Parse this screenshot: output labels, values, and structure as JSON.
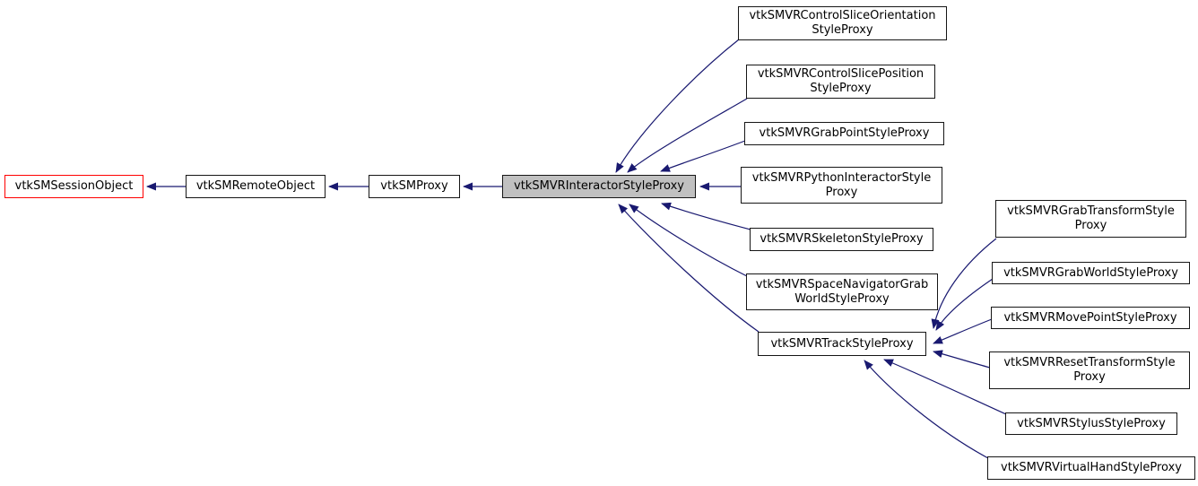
{
  "diagram": {
    "kind": "inheritance-graph",
    "colors": {
      "background": "#ffffff",
      "edge": "#191970",
      "node_border": "#161616",
      "current_node_fill": "#c0c0c0",
      "unlinked_node_border": "#ff0000"
    },
    "nodes": [
      {
        "label": "vtkSMSessionObject"
      },
      {
        "label": "vtkSMRemoteObject"
      },
      {
        "label": "vtkSMProxy"
      },
      {
        "label": "vtkSMVRInteractorStyleProxy"
      },
      {
        "label": "vtkSMVRControlSliceOrientation\nStyleProxy"
      },
      {
        "label": "vtkSMVRControlSlicePosition\nStyleProxy"
      },
      {
        "label": "vtkSMVRGrabPointStyleProxy"
      },
      {
        "label": "vtkSMVRPythonInteractorStyle\nProxy"
      },
      {
        "label": "vtkSMVRSkeletonStyleProxy"
      },
      {
        "label": "vtkSMVRSpaceNavigatorGrab\nWorldStyleProxy"
      },
      {
        "label": "vtkSMVRTrackStyleProxy"
      },
      {
        "label": "vtkSMVRGrabTransformStyle\nProxy"
      },
      {
        "label": "vtkSMVRGrabWorldStyleProxy"
      },
      {
        "label": "vtkSMVRMovePointStyleProxy"
      },
      {
        "label": "vtkSMVRResetTransformStyle\nProxy"
      },
      {
        "label": "vtkSMVRStylusStyleProxy"
      },
      {
        "label": "vtkSMVRVirtualHandStyleProxy"
      }
    ],
    "edges": [
      {
        "from": "vtkSMRemoteObject",
        "to": "vtkSMSessionObject"
      },
      {
        "from": "vtkSMProxy",
        "to": "vtkSMRemoteObject"
      },
      {
        "from": "vtkSMVRInteractorStyleProxy",
        "to": "vtkSMProxy"
      },
      {
        "from": "vtkSMVRControlSliceOrientationStyleProxy",
        "to": "vtkSMVRInteractorStyleProxy"
      },
      {
        "from": "vtkSMVRControlSlicePositionStyleProxy",
        "to": "vtkSMVRInteractorStyleProxy"
      },
      {
        "from": "vtkSMVRGrabPointStyleProxy",
        "to": "vtkSMVRInteractorStyleProxy"
      },
      {
        "from": "vtkSMVRPythonInteractorStyleProxy",
        "to": "vtkSMVRInteractorStyleProxy"
      },
      {
        "from": "vtkSMVRSkeletonStyleProxy",
        "to": "vtkSMVRInteractorStyleProxy"
      },
      {
        "from": "vtkSMVRSpaceNavigatorGrabWorldStyleProxy",
        "to": "vtkSMVRInteractorStyleProxy"
      },
      {
        "from": "vtkSMVRTrackStyleProxy",
        "to": "vtkSMVRInteractorStyleProxy"
      },
      {
        "from": "vtkSMVRGrabTransformStyleProxy",
        "to": "vtkSMVRTrackStyleProxy"
      },
      {
        "from": "vtkSMVRGrabWorldStyleProxy",
        "to": "vtkSMVRTrackStyleProxy"
      },
      {
        "from": "vtkSMVRMovePointStyleProxy",
        "to": "vtkSMVRTrackStyleProxy"
      },
      {
        "from": "vtkSMVRResetTransformStyleProxy",
        "to": "vtkSMVRTrackStyleProxy"
      },
      {
        "from": "vtkSMVRStylusStyleProxy",
        "to": "vtkSMVRTrackStyleProxy"
      },
      {
        "from": "vtkSMVRVirtualHandStyleProxy",
        "to": "vtkSMVRTrackStyleProxy"
      }
    ]
  }
}
